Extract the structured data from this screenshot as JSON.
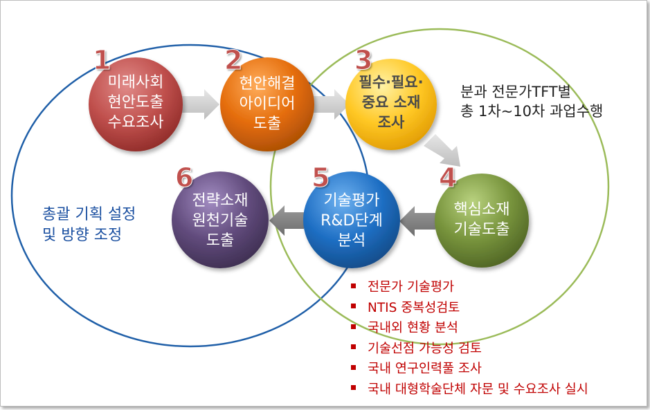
{
  "steps": [
    {
      "number": "1",
      "label": "미래사회\n현안도출\n수요조사",
      "color": "#c0504d"
    },
    {
      "number": "2",
      "label": "현안해결\n아이디어\n도출",
      "color": "#e46c0a"
    },
    {
      "number": "3",
      "label": "필수·필요·\n중요 소재\n조사",
      "color": "#ffc000"
    },
    {
      "number": "4",
      "label": "핵심소재\n기술도출",
      "color": "#77933c"
    },
    {
      "number": "5",
      "label": "기술평가\nR&D단계\n분석",
      "color": "#1f6fc4"
    },
    {
      "number": "6",
      "label": "전략소재\n원천기술\n도출",
      "color": "#604a7b"
    }
  ],
  "right_note": "분과 전문가TFT별\n총 1차~10차 과업수행",
  "left_note": "총괄 기획 설정\n및 방향 조정",
  "activities": [
    "전문가 기술평가",
    "NTIS 중복성검토",
    "국내외 현황 분석",
    "기술선점 가능성 검토",
    "국내 연구인력풀 조사",
    "국내 대형학술단체 자문 및 수요조사 실시"
  ],
  "colors": {
    "left_ring": "#1f5fa8",
    "right_ring": "#9bbb59",
    "number_text": "#c0504d",
    "activity_text": "#c00000"
  }
}
